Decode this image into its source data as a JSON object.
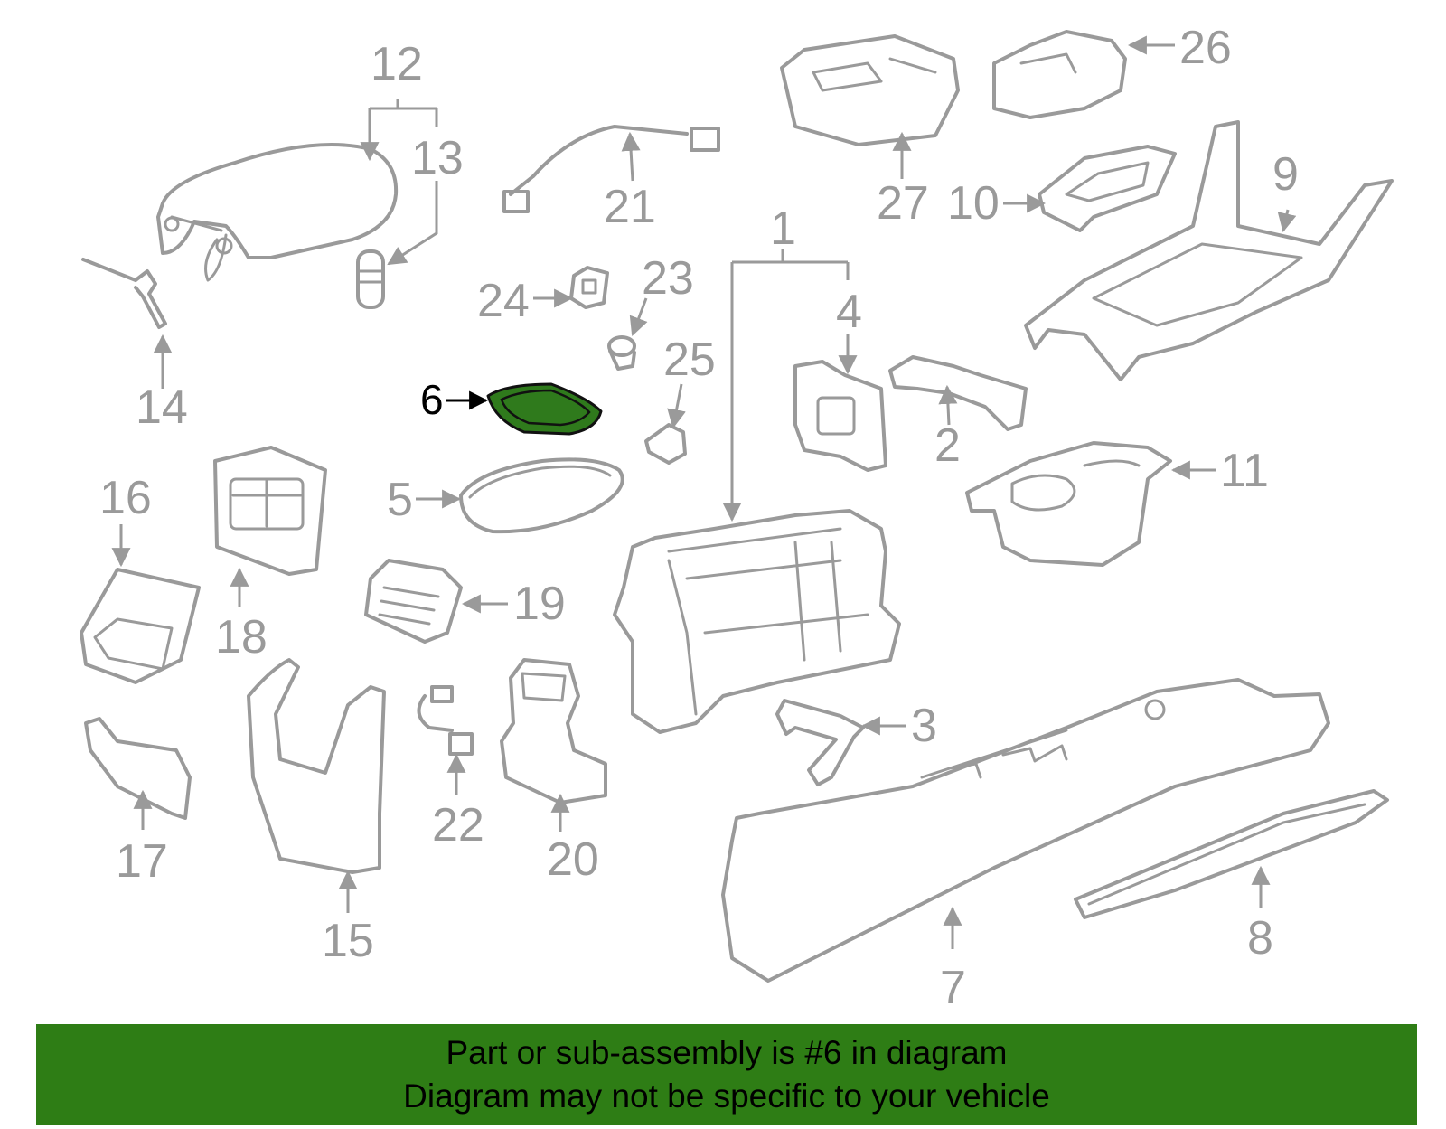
{
  "callouts": [
    "1",
    "2",
    "3",
    "4",
    "5",
    "6",
    "7",
    "8",
    "9",
    "10",
    "11",
    "12",
    "13",
    "14",
    "15",
    "16",
    "17",
    "18",
    "19",
    "20",
    "21",
    "22",
    "23",
    "24",
    "25",
    "26",
    "27"
  ],
  "highlighted_part": "6",
  "caption": {
    "line1": "Part or sub-assembly is #6 in diagram",
    "line2": "Diagram may not be specific to your vehicle"
  },
  "colors": {
    "line": "#9a9a9a",
    "highlight_fill": "#2f7a1c",
    "caption_bg": "#2e7d15"
  }
}
